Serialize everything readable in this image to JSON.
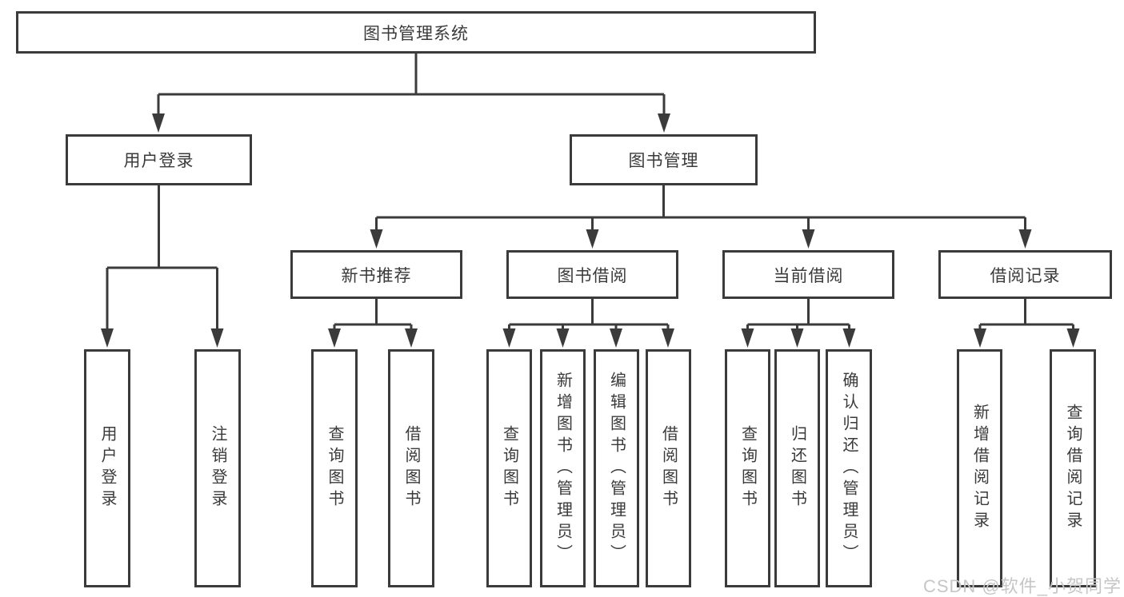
{
  "diagram": {
    "root": {
      "label": "图书管理系统"
    },
    "level2": [
      {
        "label": "用户登录"
      },
      {
        "label": "图书管理"
      }
    ],
    "level3": [
      {
        "label": "新书推荐"
      },
      {
        "label": "图书借阅"
      },
      {
        "label": "当前借阅"
      },
      {
        "label": "借阅记录"
      }
    ],
    "leaves": {
      "user_login": [
        {
          "label": "用户登录"
        },
        {
          "label": "注销登录"
        }
      ],
      "new_book_rec": [
        {
          "label": "查询图书"
        },
        {
          "label": "借阅图书"
        }
      ],
      "book_borrow": [
        {
          "label": "查询图书"
        },
        {
          "label": "新增图书（管理员）"
        },
        {
          "label": "编辑图书（管理员）"
        },
        {
          "label": "借阅图书"
        }
      ],
      "current_borrow": [
        {
          "label": "查询图书"
        },
        {
          "label": "归还图书"
        },
        {
          "label": "确认归还（管理员）"
        }
      ],
      "borrow_record": [
        {
          "label": "新增借阅记录"
        },
        {
          "label": "查询借阅记录"
        }
      ]
    }
  },
  "colors": {
    "line": "#3b3b3b",
    "text": "#3a3a3a",
    "box_background": "#ffffff",
    "watermark": "#c6c6c6"
  },
  "watermark": {
    "text": "CSDN @软件_小贺同学"
  }
}
